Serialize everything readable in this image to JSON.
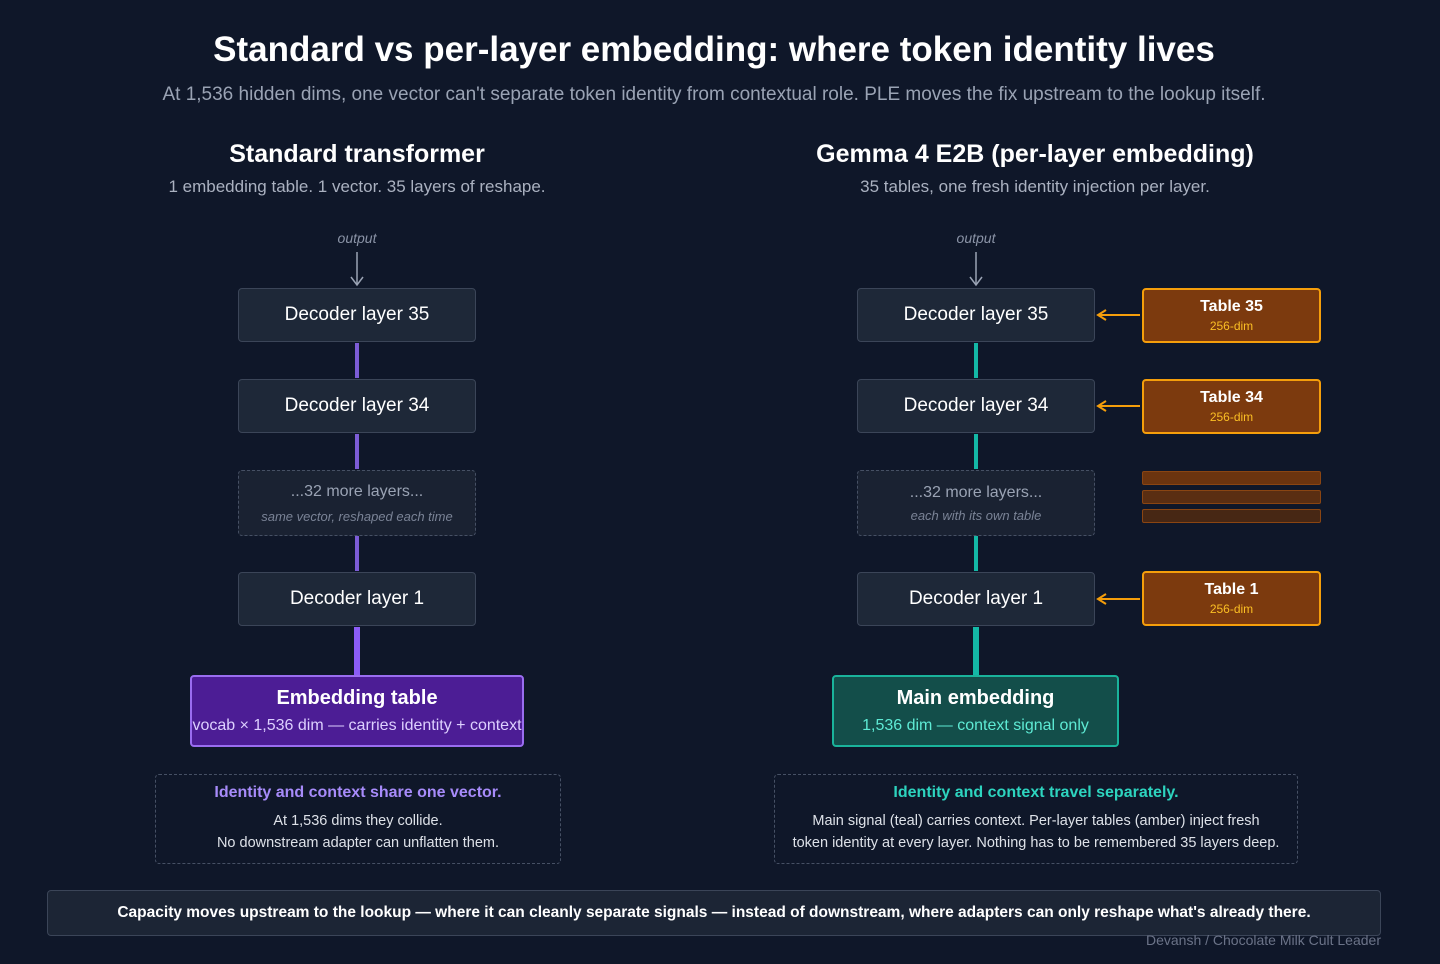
{
  "header": {
    "title": "Standard vs per-layer embedding: where token identity lives",
    "subtitle": "At 1,536 hidden dims, one vector can't separate token identity from contextual role. PLE moves the fix upstream to the lookup itself."
  },
  "left": {
    "title": "Standard transformer",
    "subtitle": "1 embedding table. 1 vector. 35 layers of reshape.",
    "output_label": "output",
    "layers": [
      "Decoder layer 35",
      "Decoder layer 34",
      "Decoder layer 1"
    ],
    "more_layers": {
      "main": "...32 more layers...",
      "sub": "same vector, reshaped each time"
    },
    "embedding": {
      "title": "Embedding table",
      "sub": "vocab × 1,536 dim — carries identity + context"
    },
    "note": {
      "heading": "Identity and context share one vector.",
      "line1": "At 1,536 dims they collide.",
      "line2": "No downstream adapter can unflatten them."
    },
    "color": "#7c5cd6"
  },
  "right": {
    "title": "Gemma 4 E2B (per-layer embedding)",
    "subtitle": "35 tables, one fresh identity injection per layer.",
    "output_label": "output",
    "layers": [
      "Decoder layer 35",
      "Decoder layer 34",
      "Decoder layer 1"
    ],
    "more_layers": {
      "main": "...32 more layers...",
      "sub": "each with its own table"
    },
    "tables": [
      {
        "title": "Table 35",
        "dim": "256-dim"
      },
      {
        "title": "Table 34",
        "dim": "256-dim"
      },
      {
        "title": "Table 1",
        "dim": "256-dim"
      }
    ],
    "embedding": {
      "title": "Main embedding",
      "sub": "1,536 dim — context signal only"
    },
    "note": {
      "heading": "Identity and context travel separately.",
      "line1": "Main signal (teal) carries context. Per-layer tables (amber) inject fresh",
      "line2": "token identity at every layer. Nothing has to be remembered 35 layers deep."
    },
    "color": "#14b8a6",
    "amber": "#f59e0b"
  },
  "footer": {
    "text": "Capacity moves upstream to the lookup — where it can cleanly separate signals — instead of downstream, where adapters can only reshape what's already there.",
    "credit": "Devansh / Chocolate Milk Cult Leader"
  }
}
